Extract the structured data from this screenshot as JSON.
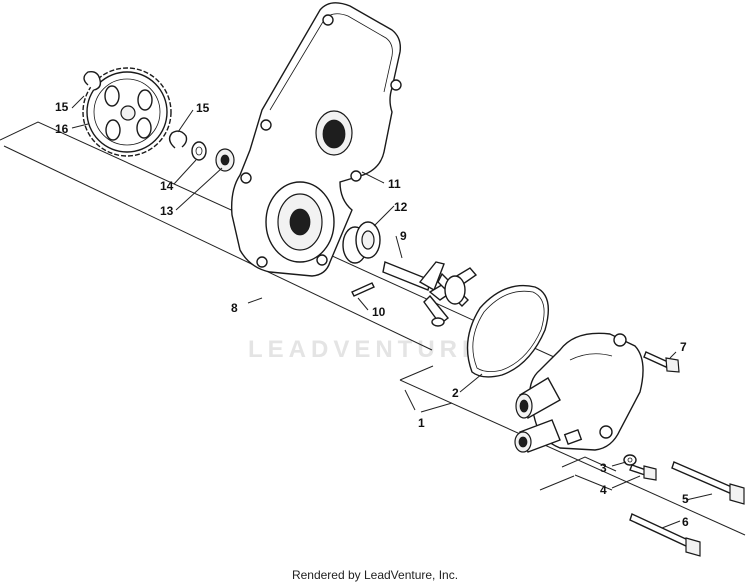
{
  "watermark": "LEADVENTURE",
  "footer": "Rendered by LeadVenture, Inc.",
  "callouts": [
    "1",
    "2",
    "3",
    "4",
    "5",
    "6",
    "7",
    "8",
    "9",
    "10",
    "11",
    "12",
    "13",
    "14",
    "15",
    "15",
    "16"
  ]
}
